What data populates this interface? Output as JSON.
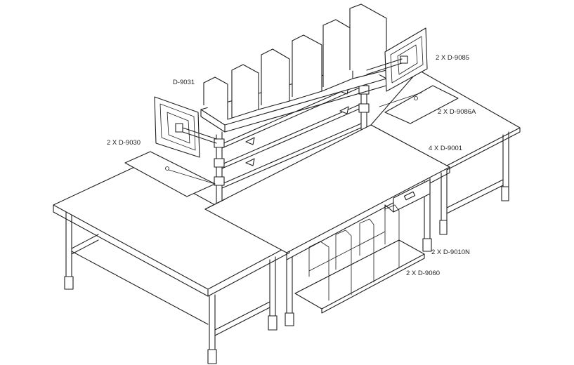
{
  "labels": {
    "shelf": "D-9031",
    "left_monitor_arm": "2 X D-9030",
    "right_monitor_arm": "2 X D-9085",
    "keyboard_tray": "2 X D-9086A",
    "tables": "4 X D-9001",
    "drawer": "2 X D-9010N",
    "bin": "2 X D-9060"
  },
  "colors": {
    "line": "#1e1e1e",
    "background": "#ffffff"
  }
}
